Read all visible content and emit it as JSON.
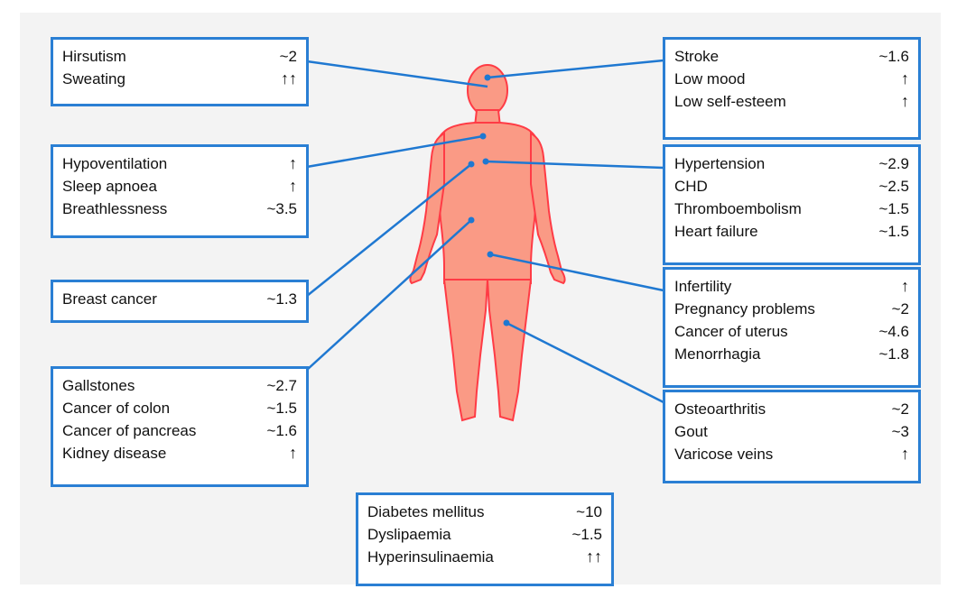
{
  "colors": {
    "border": "#2a7fd4",
    "connector": "#1f78d1",
    "body_fill": "#fa9a85",
    "body_outline": "#ff3b45",
    "background": "#f3f3f3"
  },
  "boxes": {
    "head_left": [
      {
        "label": "Hirsutism",
        "value": "~2"
      },
      {
        "label": "Sweating",
        "value": "↑↑"
      }
    ],
    "head_right": [
      {
        "label": "Stroke",
        "value": "~1.6"
      },
      {
        "label": "Low mood",
        "value": "↑"
      },
      {
        "label": "Low self-esteem",
        "value": "↑"
      }
    ],
    "respiratory": [
      {
        "label": "Hypoventilation",
        "value": "↑"
      },
      {
        "label": "Sleep apnoea",
        "value": "↑"
      },
      {
        "label": "Breathlessness",
        "value": "~3.5"
      }
    ],
    "cardio": [
      {
        "label": "Hypertension",
        "value": "~2.9"
      },
      {
        "label": "CHD",
        "value": "~2.5"
      },
      {
        "label": "Thromboembolism",
        "value": "~1.5"
      },
      {
        "label": "Heart failure",
        "value": "~1.5"
      }
    ],
    "breast": [
      {
        "label": "Breast cancer",
        "value": "~1.3"
      }
    ],
    "reproductive": [
      {
        "label": "Infertility",
        "value": "↑"
      },
      {
        "label": "Pregnancy problems",
        "value": "~2"
      },
      {
        "label": "Cancer of uterus",
        "value": "~4.6"
      },
      {
        "label": "Menorrhagia",
        "value": "~1.8"
      }
    ],
    "abdominal": [
      {
        "label": "Gallstones",
        "value": "~2.7"
      },
      {
        "label": "Cancer of colon",
        "value": "~1.5"
      },
      {
        "label": "Cancer of pancreas",
        "value": "~1.6"
      },
      {
        "label": "Kidney disease",
        "value": "↑"
      }
    ],
    "joints": [
      {
        "label": "Osteoarthritis",
        "value": "~2"
      },
      {
        "label": "Gout",
        "value": "~3"
      },
      {
        "label": "Varicose veins",
        "value": "↑"
      }
    ],
    "metabolic": [
      {
        "label": "Diabetes mellitus",
        "value": "~10"
      },
      {
        "label": "Dyslipaemia",
        "value": "~1.5"
      },
      {
        "label": "Hyperinsulinaemia",
        "value": "↑↑"
      }
    ]
  }
}
